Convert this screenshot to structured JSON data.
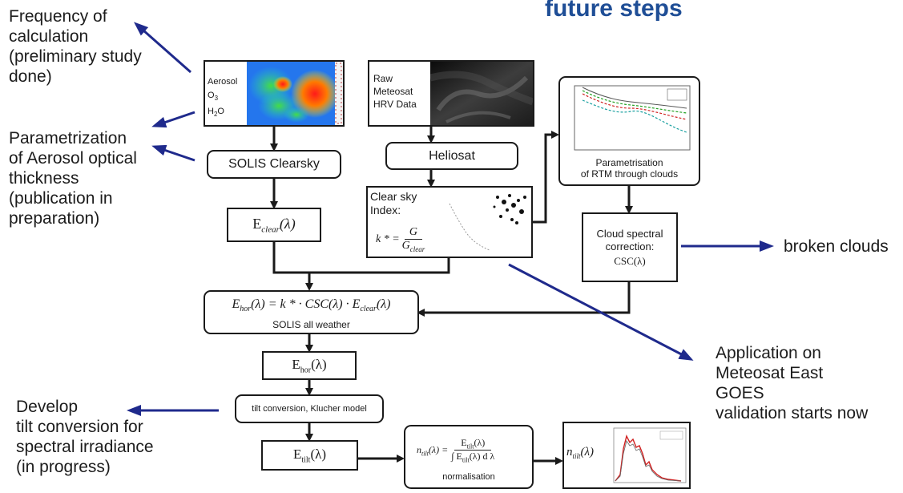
{
  "title": "future steps",
  "notes": {
    "frequency": "Frequency of\ncalculation\n(preliminary study\ndone)",
    "aerosol": "Parametrization\nof Aerosol optical\nthickness\n(publication in\npreparation)",
    "broken": "broken clouds",
    "application": "Application on\nMeteosat East\nGOES\nvalidation starts now",
    "develop": "Develop\ntilt conversion for\nspectral irradiance\n(in progress)"
  },
  "boxes": {
    "aerosol_input": {
      "l1": "Aerosol",
      "l2": "O",
      "l2sub": "3",
      "l3": "H",
      "l3sub": "2",
      "l3end": "O"
    },
    "solis_clearsky": "SOLIS Clearsky",
    "eclear": {
      "base": "E",
      "sub": "clear",
      "arg": "(λ)"
    },
    "raw_meteosat": "Raw\nMeteosat\nHRV Data",
    "heliosat": "Heliosat",
    "clearsky_index": {
      "label": "Clear sky\nIndex:",
      "lhs": "k * =",
      "num": "G",
      "den": "G",
      "densub": "clear"
    },
    "rtm_caption": "Parametrisation\nof RTM through clouds",
    "cloud_correction": {
      "label": "Cloud spectral\ncorrection:",
      "formula": "CSC(λ)"
    },
    "solis_all": {
      "formula_lhs": "E",
      "formula_lhs_sub": "hor",
      "formula_rhs": "(λ) = k * · CSC(λ) · E",
      "formula_rhs_sub": "clear",
      "formula_end": "(λ)",
      "caption": "SOLIS all weather"
    },
    "ehor": {
      "base": "E",
      "sub": "hor",
      "arg": "(λ)"
    },
    "tilt": "tilt conversion, Klucher model",
    "etilt": {
      "base": "E",
      "sub": "tilt",
      "arg": "(λ)"
    },
    "normalisation": {
      "lhs": "n",
      "lhs_sub": "tilt",
      "lhs_arg": "(λ) =",
      "num": "E",
      "num_sub": "tilt",
      "num_arg": "(λ)",
      "den": "∫ E",
      "den_sub": "tilt",
      "den_arg": "(λ) d λ",
      "caption": "normalisation"
    },
    "ntilt": {
      "base": "n",
      "sub": "tilt",
      "arg": "(λ)"
    }
  },
  "colors": {
    "title": "#1f4e96",
    "arrow_blue": "#1f2a8c",
    "line": "#1a1a1a",
    "red_series": "#d02020"
  }
}
